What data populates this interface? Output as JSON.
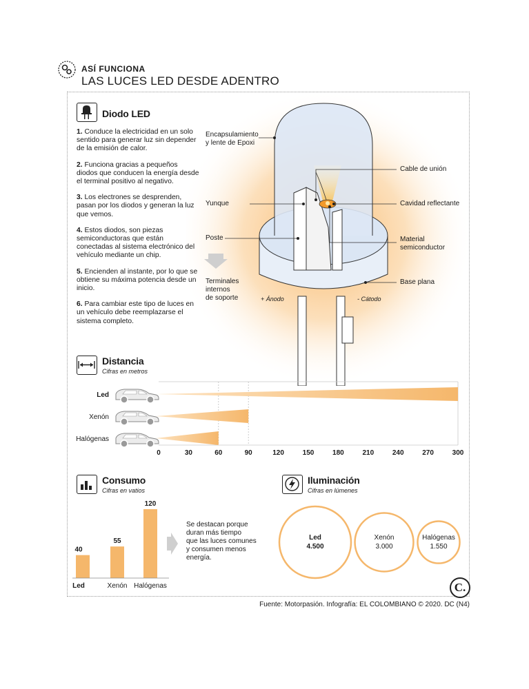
{
  "header": {
    "kicker": "ASÍ FUNCIONA",
    "title": "LAS LUCES LED DESDE ADENTRO"
  },
  "diodo": {
    "title": "Diodo LED",
    "points": [
      {
        "num": "1.",
        "text": " Conduce la electricidad en un solo sentido para generar luz sin depender de la emisión de calor."
      },
      {
        "num": "2.",
        "text": " Funciona gracias a pequeños diodos que conducen la energía desde el terminal positivo al negativo."
      },
      {
        "num": "3.",
        "text": " Los electrones se desprenden, pasan por los diodos y generan la luz que vemos."
      },
      {
        "num": "4.",
        "text": " Estos diodos, son piezas semiconductoras que están conectadas al sistema electrónico del vehículo mediante un chip."
      },
      {
        "num": "5.",
        "text": " Encienden al instante, por lo que se obtiene su máxima potencia desde un inicio."
      },
      {
        "num": "6.",
        "text": " Para cambiar este tipo de luces en un vehículo debe reemplazarse el sistema completo."
      }
    ],
    "labels": {
      "encapsulamiento": "Encapsulamiento\ny lente de Epoxi",
      "yunque": "Yunque",
      "poste": "Poste",
      "terminales": "Terminales\ninternos\nde soporte",
      "anodo": "+ Ánodo",
      "catodo": "- Cátodo",
      "cable": "Cable de unión",
      "cavidad": "Cavidad reflectante",
      "material": "Material\nsemiconductor",
      "base": "Base plana"
    }
  },
  "distancia": {
    "title": "Distancia",
    "subtitle": "Cifras en metros"
  },
  "consumo": {
    "title": "Consumo",
    "subtitle": "Cifras en vatios",
    "note": "Se destacan porque\nduran más tiempo\nque las luces comunes\ny consumen menos\nenergía."
  },
  "iluminacion": {
    "title": "Iluminación",
    "subtitle": "Cifras en lúmenes"
  },
  "footer": {
    "source": "Fuente: Motorpasión. Infografía: EL COLOMBIANO © 2020. DC (N4)",
    "logo": "C."
  },
  "colors": {
    "accent": "#f5b76b",
    "accent_light": "#fde3c0",
    "grid": "#c8c8c8",
    "lens": "#dbe6f4"
  },
  "chart_data": [
    {
      "type": "bar",
      "orientation": "horizontal",
      "title": "Distancia",
      "subtitle": "Cifras en metros",
      "categories": [
        "Led",
        "Xenón",
        "Halógenas"
      ],
      "values": [
        300,
        90,
        60
      ],
      "ticks": [
        0,
        30,
        60,
        90,
        120,
        150,
        180,
        210,
        240,
        270,
        300
      ],
      "xlim": [
        0,
        300
      ]
    },
    {
      "type": "bar",
      "title": "Consumo",
      "subtitle": "Cifras en vatios",
      "categories": [
        "Led",
        "Xenón",
        "Halógenas"
      ],
      "values": [
        40,
        55,
        120
      ],
      "ylim": [
        0,
        120
      ]
    },
    {
      "type": "bubble",
      "title": "Iluminación",
      "subtitle": "Cifras en lúmenes",
      "categories": [
        "Led",
        "Xenón",
        "Halógenas"
      ],
      "values": [
        4500,
        3000,
        1550
      ],
      "value_labels": [
        "4.500",
        "3.000",
        "1.550"
      ]
    }
  ]
}
